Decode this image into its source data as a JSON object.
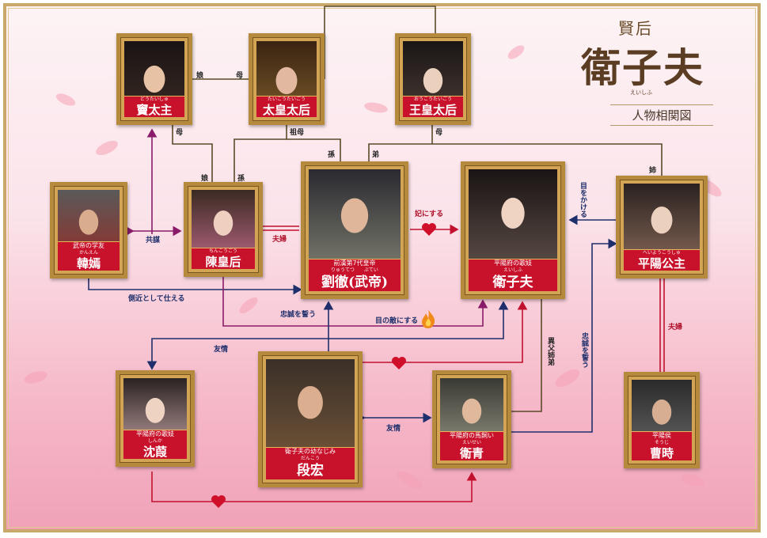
{
  "title": {
    "top": "賢后",
    "main": "衛子夫",
    "ruby": "えいしふ",
    "subtitle": "人物相関図"
  },
  "colors": {
    "frame_gold": "#b58a3c",
    "plate_red": "#c8112a",
    "line_navy": "#1e2f6b",
    "line_olive": "#5b4a2a",
    "line_red": "#c2112e",
    "line_purple": "#8a1b6a"
  },
  "characters": {
    "dou": {
      "ruby": "どうたいしゅ",
      "name": "竇太主"
    },
    "grand": {
      "ruby": "たいこうたいごう",
      "name": "太皇太后"
    },
    "wang": {
      "ruby": "おうこうたいごう",
      "name": "王皇太后"
    },
    "han": {
      "desc": "武帝の学友",
      "ruby": "かんえん",
      "name": "韓嫣"
    },
    "chen": {
      "ruby": "ちんこうごう",
      "name": "陳皇后"
    },
    "liu": {
      "desc": "前漢第7代皇帝",
      "ruby": "りゅうてつ　　ぶてい",
      "name": "劉徹(武帝)"
    },
    "wei": {
      "desc": "平陽府の歌妓",
      "ruby": "えいしふ",
      "name": "衛子夫"
    },
    "pingyang": {
      "ruby": "へいようこうしゅ",
      "name": "平陽公主"
    },
    "shen": {
      "desc": "平陽府の歌妓",
      "ruby": "しんか",
      "name": "沈葭"
    },
    "duan": {
      "desc": "衛子夫の幼なじみ",
      "ruby": "だんこう",
      "name": "段宏"
    },
    "weiqing": {
      "desc": "平陽府の馬飼い",
      "ruby": "えいせい",
      "name": "衛青"
    },
    "cao": {
      "desc": "平陽侯",
      "ruby": "そうじ",
      "name": "曹時"
    }
  },
  "relations": {
    "dou_grand_daughter": "娘",
    "dou_grand_mother": "母",
    "dou_chen_mother": "母",
    "grand_liu_grandmother": "祖母",
    "chen_daughter": "娘",
    "chen_grandchild": "孫",
    "liu_grandchild": "孫",
    "liu_brother": "弟",
    "wang_mother": "母",
    "pingyang_sister": "姉",
    "han_chen": "共謀",
    "chen_liu": "夫婦",
    "liu_wei": "妃にする",
    "pingyang_wei": "目をかける",
    "han_liu": "側近として仕える",
    "duan_liu": "忠誠を誓う",
    "chen_wei": "目の敵にする",
    "duan_shen": "友情",
    "duan_weiqing": "友情",
    "wei_weiqing": "異父姉弟",
    "weiqing_pingyang": "忠誠を誓う",
    "pingyang_cao": "夫婦"
  }
}
